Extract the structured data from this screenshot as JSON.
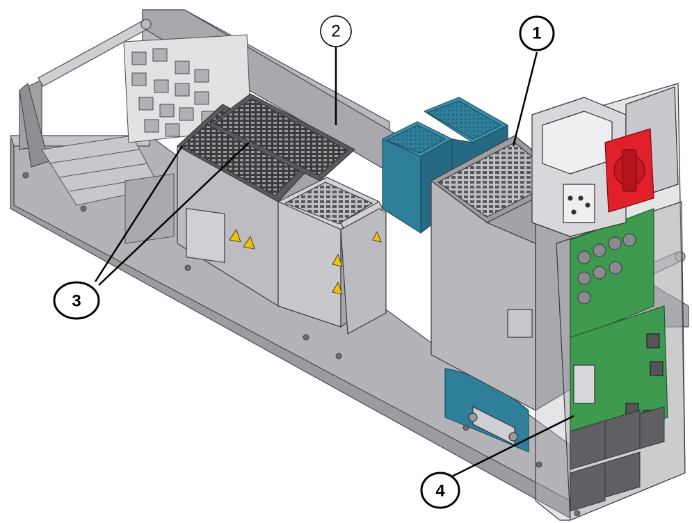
{
  "callouts": [
    {
      "id": "1",
      "label": "1"
    },
    {
      "id": "2",
      "label": "2"
    },
    {
      "id": "3",
      "label": "3"
    },
    {
      "id": "4",
      "label": "4"
    }
  ],
  "colors": {
    "frame": "#a9a9ae",
    "frame_dark": "#8c8c92",
    "frame_light": "#c9c9cd",
    "module": "#b7b7bb",
    "vent": "#2e2e30",
    "teal": "#2f7f9a",
    "green_pcb": "#3e9a4e",
    "red_switch": "#e0202a",
    "warning": "#f2c100"
  }
}
